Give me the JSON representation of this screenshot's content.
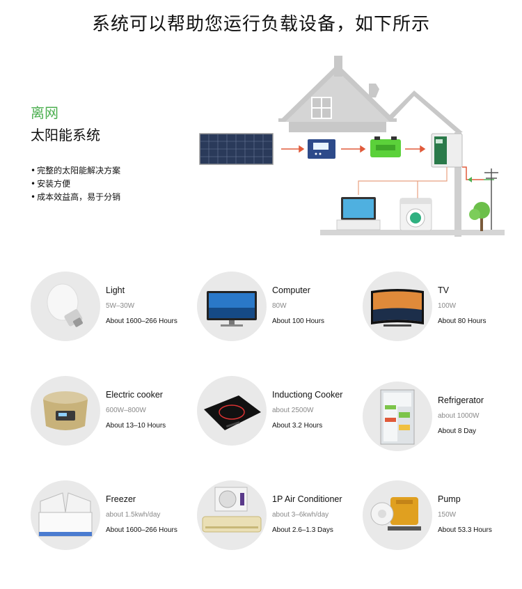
{
  "headline": "系统可以帮助您运行负载设备，如下所示",
  "system": {
    "tag": "离网",
    "title": "太阳能系统",
    "features": [
      "完整的太阳能解决方案",
      "安装方便",
      "成本效益高，易于分销"
    ]
  },
  "diagram_icons": [
    "solar-panel-icon",
    "charge-controller-icon",
    "battery-icon",
    "inverter-icon",
    "laptop-icon",
    "washing-machine-icon",
    "utility-pole-icon",
    "tree-icon",
    "house-icon"
  ],
  "appliances": [
    {
      "name": "Light",
      "power": "5W–30W",
      "runtime": "About 1600–266 Hours",
      "icon": "light-bulb-icon"
    },
    {
      "name": "Computer",
      "power": "80W",
      "runtime": "About 100 Hours",
      "icon": "computer-monitor-icon"
    },
    {
      "name": "TV",
      "power": "100W",
      "runtime": "About 80 Hours",
      "icon": "tv-icon"
    },
    {
      "name": "Electric cooker",
      "power": "600W–800W",
      "runtime": "About 13–10 Hours",
      "icon": "rice-cooker-icon"
    },
    {
      "name": "Inductiong Cooker",
      "power": "about 2500W",
      "runtime": "About 3.2 Hours",
      "icon": "induction-cooker-icon"
    },
    {
      "name": "Refrigerator",
      "power": "about 1000W",
      "runtime": "About 8 Day",
      "icon": "refrigerator-icon"
    },
    {
      "name": "Freezer",
      "power": "about 1.5kwh/day",
      "runtime": "About 1600–266 Hours",
      "icon": "freezer-icon"
    },
    {
      "name": "1P Air Conditioner",
      "power": "about 3–6kwh/day",
      "runtime": "About 2.6–1.3 Days",
      "icon": "air-conditioner-icon"
    },
    {
      "name": "Pump",
      "power": "150W",
      "runtime": "About 53.3 Hours",
      "icon": "water-pump-icon"
    }
  ],
  "colors": {
    "accent_green": "#4caf50",
    "arrow_red": "#e05a3a",
    "house_gray": "#c8c8c8",
    "thumb_bg": "#e9e9e9"
  }
}
